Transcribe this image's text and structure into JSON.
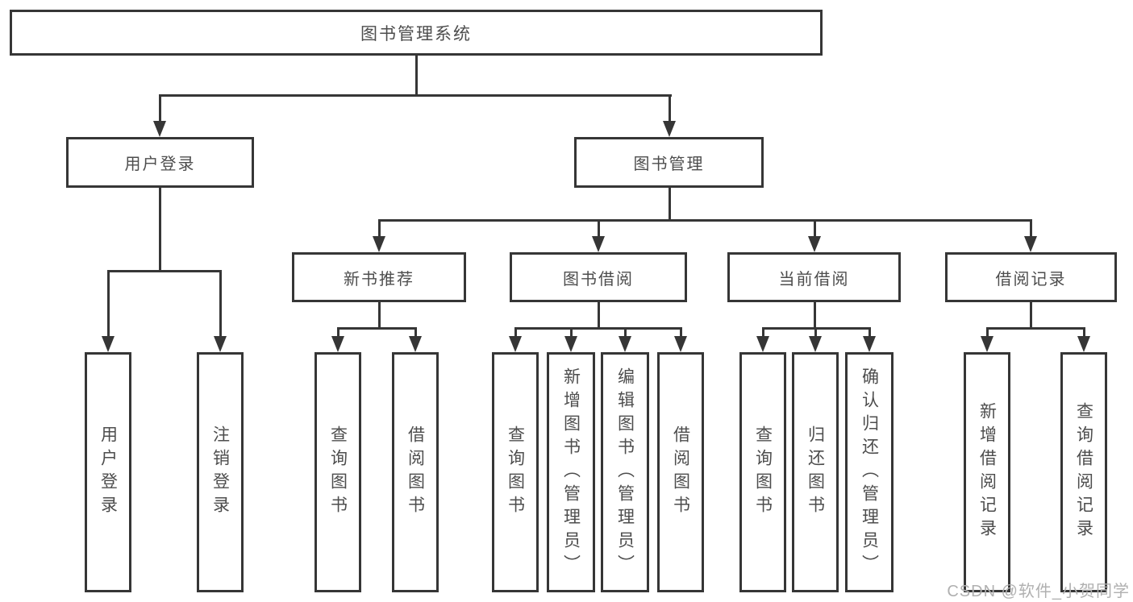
{
  "nodes": {
    "root": {
      "label": "图书管理系统"
    },
    "branches": [
      {
        "label": "用户登录",
        "children": [
          {
            "label": "用户登录"
          },
          {
            "label": "注销登录"
          }
        ]
      },
      {
        "label": "图书管理",
        "groups": [
          {
            "label": "新书推荐",
            "children": [
              {
                "label": "查询图书"
              },
              {
                "label": "借阅图书"
              }
            ]
          },
          {
            "label": "图书借阅",
            "children": [
              {
                "label": "查询图书"
              },
              {
                "label": "新增图书（管理员）"
              },
              {
                "label": "编辑图书（管理员）"
              },
              {
                "label": "借阅图书"
              }
            ]
          },
          {
            "label": "当前借阅",
            "children": [
              {
                "label": "查询图书"
              },
              {
                "label": "归还图书"
              },
              {
                "label": "确认归还（管理员）"
              }
            ]
          },
          {
            "label": "借阅记录",
            "children": [
              {
                "label": "新增借阅记录"
              },
              {
                "label": "查询借阅记录"
              }
            ]
          }
        ]
      }
    ]
  },
  "watermark": {
    "text": "CSDN @软件_小贺同学"
  },
  "colors": {
    "line": "#363636",
    "text": "#4d4d4d",
    "watermark": "#b0b0b0",
    "background": "#ffffff"
  }
}
